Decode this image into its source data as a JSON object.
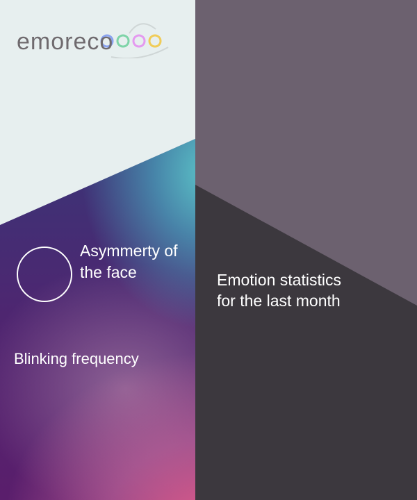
{
  "brand": {
    "name": "emoreco",
    "ring_colors": [
      "#8aa3f0",
      "#7ed4a8",
      "#e49af0",
      "#f0cc58"
    ]
  },
  "features": {
    "asymmetry_label": "Asymmerty of the face",
    "blinking_label": "Blinking frequency"
  },
  "stats": {
    "emotion_label": "Emotion statistics for the last month"
  }
}
